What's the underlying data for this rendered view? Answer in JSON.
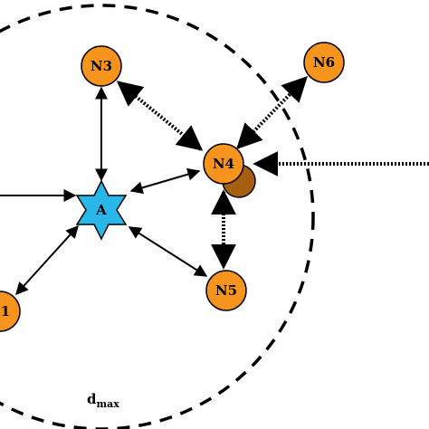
{
  "colors": {
    "node_fill": "#f7941d",
    "node_shadow": "#a65e0f",
    "anchor_fill": "#29b6e8",
    "stroke": "#000000"
  },
  "nodes": {
    "n3": {
      "label": "N3"
    },
    "n4": {
      "label": "N4"
    },
    "n5": {
      "label": "N5"
    },
    "n6": {
      "label": "N6"
    },
    "n_left": {
      "label": "1"
    }
  },
  "anchor": {
    "label": "A"
  },
  "range": {
    "label": "d",
    "sub": "max"
  }
}
